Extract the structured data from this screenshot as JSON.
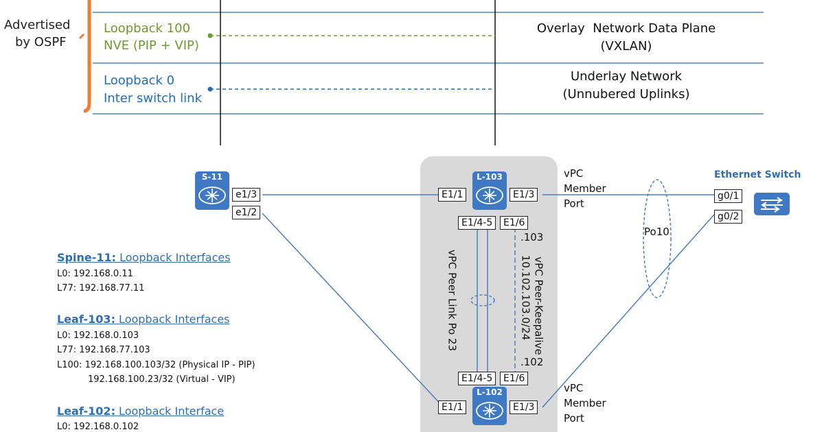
{
  "top_table": {
    "left_label": [
      "Advertised",
      "by OSPF"
    ],
    "rows": [
      {
        "interface": "Loopback 100",
        "detail": "NVE (PIP + VIP)",
        "description": [
          "Overlay  Network Data Plane",
          "(VXLAN)"
        ],
        "color": "#6f9a2c"
      },
      {
        "interface": "Loopback 0",
        "detail": "Inter switch link",
        "description": [
          "Underlay Network",
          "(Unnubered Uplinks)"
        ],
        "color": "#1f6dbd"
      }
    ],
    "bracket_color": "#ed7d31",
    "rule_color": "#2e6cb0"
  },
  "devices": {
    "spine": {
      "name": "S-11",
      "ports": [
        "e1/3",
        "e1/2"
      ]
    },
    "leaf_top": {
      "name": "L-103",
      "ports": {
        "uplink": "E1/1",
        "member": "E1/3",
        "peer_link": "E1/4-5",
        "keepalive": "E1/6"
      }
    },
    "leaf_bottom": {
      "name": "L-102",
      "ports": {
        "uplink": "E1/1",
        "member": "E1/3",
        "peer_link": "E1/4-5",
        "keepalive": "E1/6"
      }
    },
    "ethernet_switch": {
      "name": "Ethernet Switch",
      "ports": [
        "g0/1",
        "g0/2"
      ]
    },
    "device_color": "#3f79c4"
  },
  "link_labels": {
    "vpc_member_top": [
      "vPC",
      "Member",
      "Port"
    ],
    "vpc_member_bottom": [
      "vPC",
      "Member",
      "Port"
    ],
    "port_channel": "Po10",
    "peer_link": "vPC Peer Link  Po 23",
    "peer_keepalive": "vPC Peer-Keepalive",
    "keepalive_subnet": "10.102.103.0/24",
    "keepalive_top_host": ".103",
    "keepalive_bottom_host": ".102"
  },
  "loopbacks": [
    {
      "device": "Spine-11:",
      "heading": " Loopback Interfaces",
      "lines": [
        "L0: 192.168.0.11",
        "L77: 192.168.77.11"
      ]
    },
    {
      "device": "Leaf-103:",
      "heading": " Loopback Interfaces",
      "lines": [
        "L0: 192.168.0.103",
        "L77: 192.168.77.103",
        "L100: 192.168.100.103/32 (Physical IP - PIP)",
        "192.168.100.23/32  (Virtual - VIP)"
      ]
    },
    {
      "device": "Leaf-102:",
      "heading": " Loopback Interface",
      "lines": [
        "L0: 192.168.0.102"
      ]
    }
  ]
}
